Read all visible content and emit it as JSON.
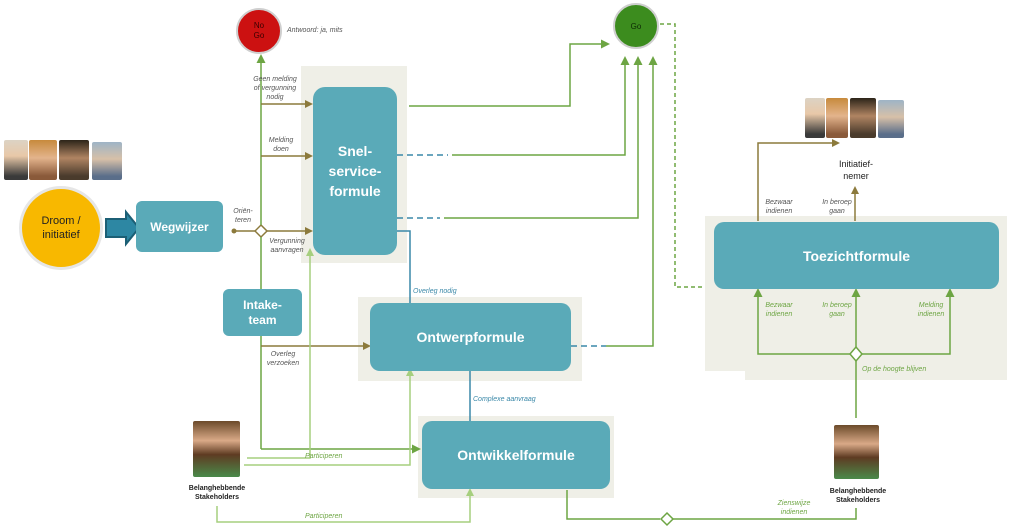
{
  "start": {
    "label": "Droom / initiatief"
  },
  "wegwijzer": {
    "label": "Wegwijzer"
  },
  "intake": {
    "label": "Intake-\nteam"
  },
  "snel": {
    "label": "Snel-\nservice-\nformule"
  },
  "ontwerp": {
    "label": "Ontwerpformule"
  },
  "ontwikkel": {
    "label": "Ontwikkelformule"
  },
  "toezicht": {
    "label": "Toezichtformule"
  },
  "nogo": {
    "label": "No\nGo",
    "color": "#cc1111"
  },
  "go": {
    "label": "Go",
    "color": "#3c8c1e"
  },
  "antwoord": "Antwoord: ja, mits",
  "labels": {
    "geen_melding": "Geen melding\nof vergunning\nnodig",
    "melding_doen": "Melding\ndoen",
    "orienteren": "Oriën-\nteren",
    "vergunning": "Vergunning\naanvragen",
    "overleg_verzoeken": "Overleg\nverzoeken",
    "overleg_nodig": "Overleg nodig",
    "complexe": "Complexe aanvraag",
    "participeren_1": "Participeren",
    "participeren_2": "Participeren",
    "zienswijze": "Zienswijze\nindienen",
    "bezwaar_top": "Bezwaar\nindienen",
    "beroep_top": "In beroep\ngaan",
    "initiatiefnemer": "Initiatief-\nnemer",
    "bezwaar_bottom": "Bezwaar\nindienen",
    "beroep_bottom": "In beroep\ngaan",
    "melding_indienen": "Melding\nindienen",
    "op_de_hoogte": "Op de hoogte blijven"
  },
  "stakeholders": {
    "left": "Belanghebbende\nStakeholders",
    "right": "Belanghebbende\nStakeholders"
  },
  "colors": {
    "box": "#5aaab8",
    "olive": "#8c7a3c",
    "green": "#6da543",
    "light_green": "#a6cf7e",
    "blue": "#3a88a8",
    "start": "#f8b800",
    "panel": "#efefe7"
  }
}
